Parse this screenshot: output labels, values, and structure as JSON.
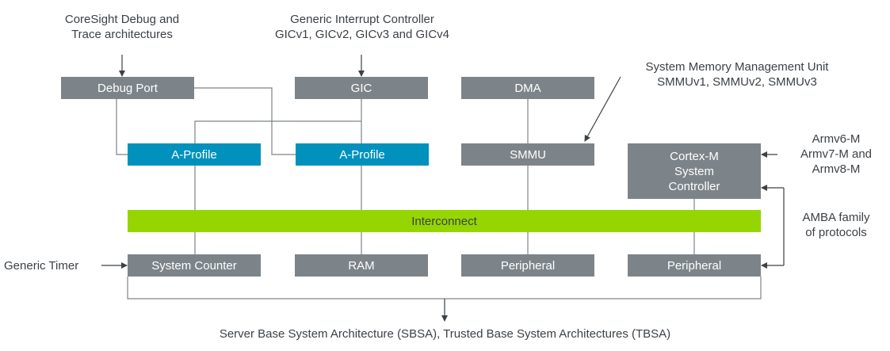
{
  "annotations": {
    "coresight": "CoreSight Debug and\nTrace architectures",
    "gic_spec": "Generic Interrupt Controller\nGICv1, GICv2, GICv3 and GICv4",
    "smmu_spec": "System Memory Management Unit\nSMMUv1, SMMUv2, SMMUv3",
    "armv_m": "Armv6-M\nArmv7-M and\nArmv8-M",
    "amba": "AMBA family\nof protocols",
    "generic_timer": "Generic Timer",
    "sbsa_tbsa": "Server Base System Architecture (SBSA), Trusted Base System Architectures (TBSA)"
  },
  "blocks": {
    "debug_port": "Debug Port",
    "gic": "GIC",
    "dma": "DMA",
    "a_profile_1": "A-Profile",
    "a_profile_2": "A-Profile",
    "smmu": "SMMU",
    "cortex_m": "Cortex-M\nSystem\nController",
    "interconnect": "Interconnect",
    "system_counter": "System Counter",
    "ram": "RAM",
    "peripheral_1": "Peripheral",
    "peripheral_2": "Peripheral"
  },
  "colors": {
    "block_grey": "#7d8489",
    "a_profile_blue": "#0091bd",
    "interconnect_green": "#95d600",
    "text": "#3c4146"
  }
}
